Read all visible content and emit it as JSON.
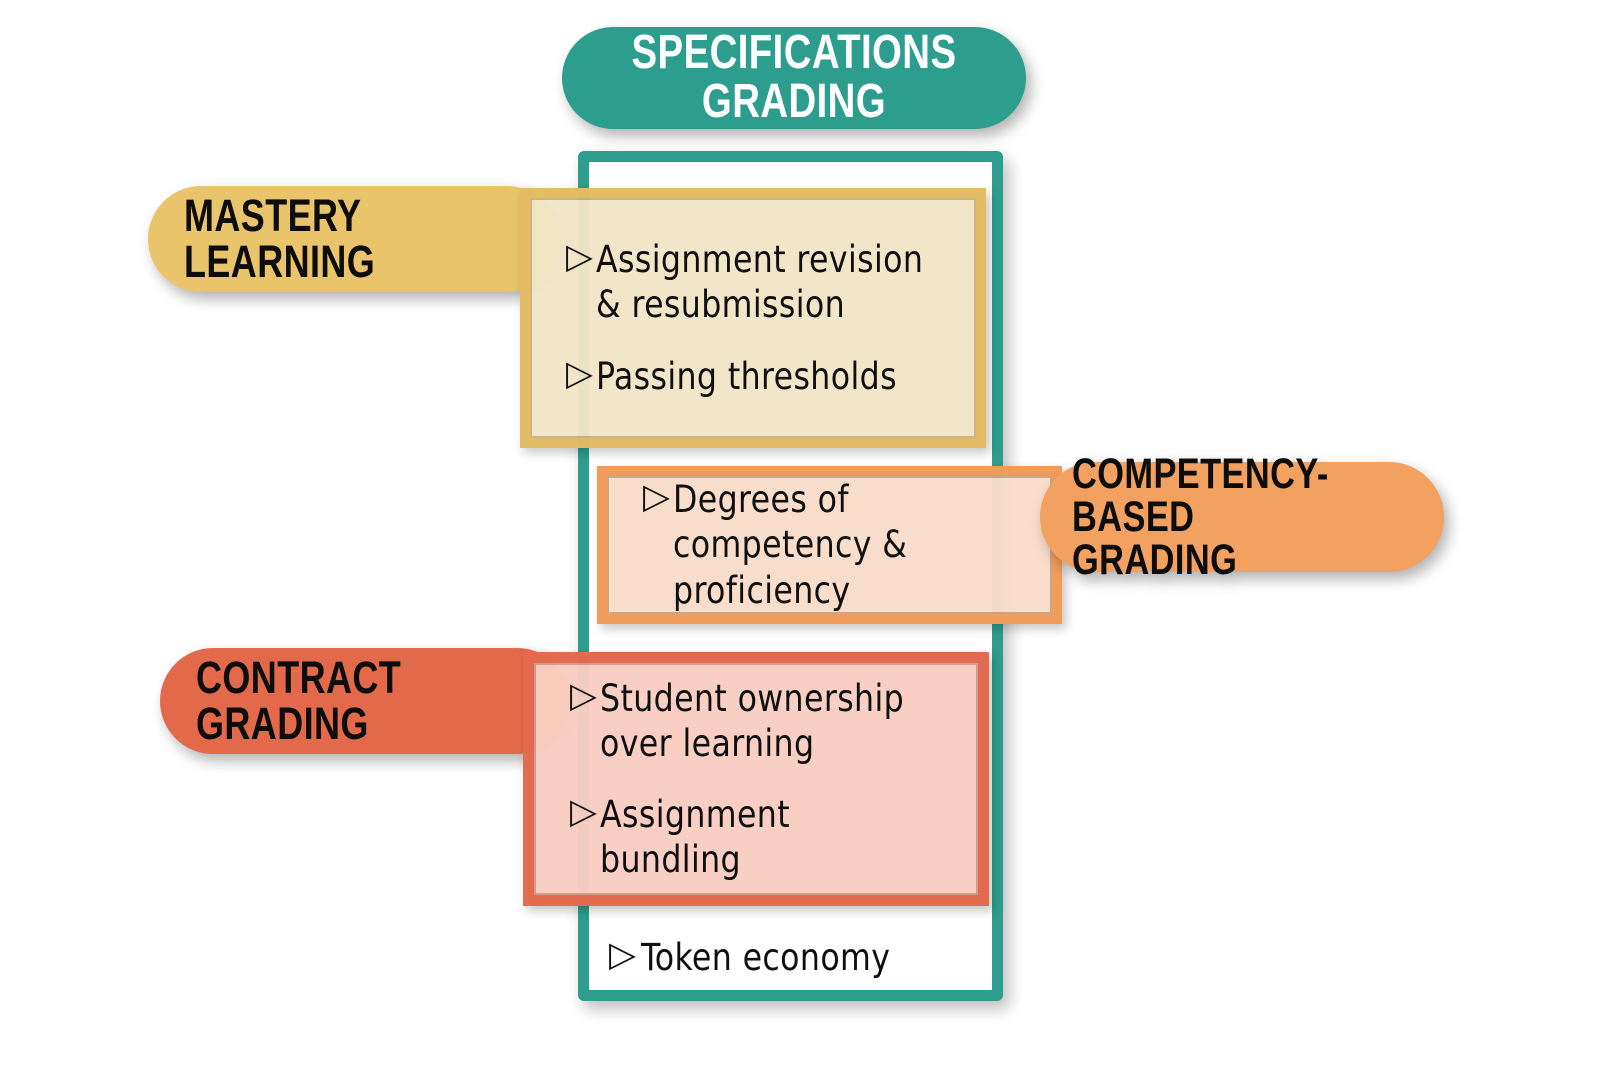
{
  "diagram": {
    "title": "SPECIFICATIONS GRADING",
    "bullet_glyph": "▷",
    "colors": {
      "teal": "#2d9e8d",
      "gold": "#e9c46a",
      "orange": "#f2a161",
      "coral": "#e3694b",
      "cream_fill": "#f5ead0",
      "peach_fill": "#fae0cc",
      "pink_fill": "#f7cbbd",
      "text_dark": "#0f0f0f",
      "text_light": "#ffffff",
      "background": "#ffffff"
    }
  },
  "pills": {
    "title": "SPECIFICATIONS GRADING",
    "mastery": "MASTERY LEARNING",
    "competency": "COMPETENCY-BASED\nGRADING",
    "contract": "CONTRACT GRADING"
  },
  "panels": {
    "mastery": {
      "label": "MASTERY LEARNING",
      "items": [
        "Assignment revision & resubmission",
        "Passing thresholds"
      ]
    },
    "competency": {
      "label": "COMPETENCY-BASED GRADING",
      "items": [
        "Degrees of competency & proficiency"
      ]
    },
    "contract": {
      "label": "CONTRACT GRADING",
      "items": [
        "Student ownership over learning",
        "Assignment bundling"
      ]
    },
    "specifications_only": {
      "label": "SPECIFICATIONS GRADING",
      "items": [
        "Token economy"
      ]
    }
  }
}
